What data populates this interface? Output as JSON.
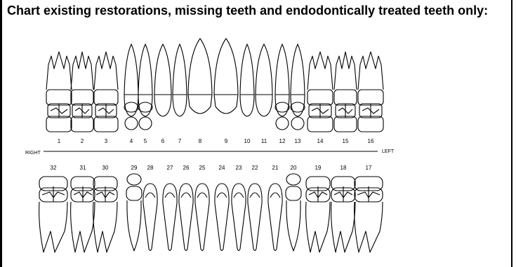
{
  "instruction": "Chart existing restorations, missing teeth and endodontically treated teeth only:",
  "labels": {
    "right": "RIGHT",
    "left": "LEFT"
  },
  "upper_numbers": [
    "1",
    "2",
    "3",
    "4",
    "5",
    "6",
    "7",
    "8",
    "9",
    "10",
    "11",
    "12",
    "13",
    "14",
    "15",
    "16"
  ],
  "lower_numbers": [
    "32",
    "31",
    "30",
    "29",
    "28",
    "27",
    "26",
    "25",
    "24",
    "23",
    "22",
    "21",
    "20",
    "19",
    "18",
    "17"
  ]
}
